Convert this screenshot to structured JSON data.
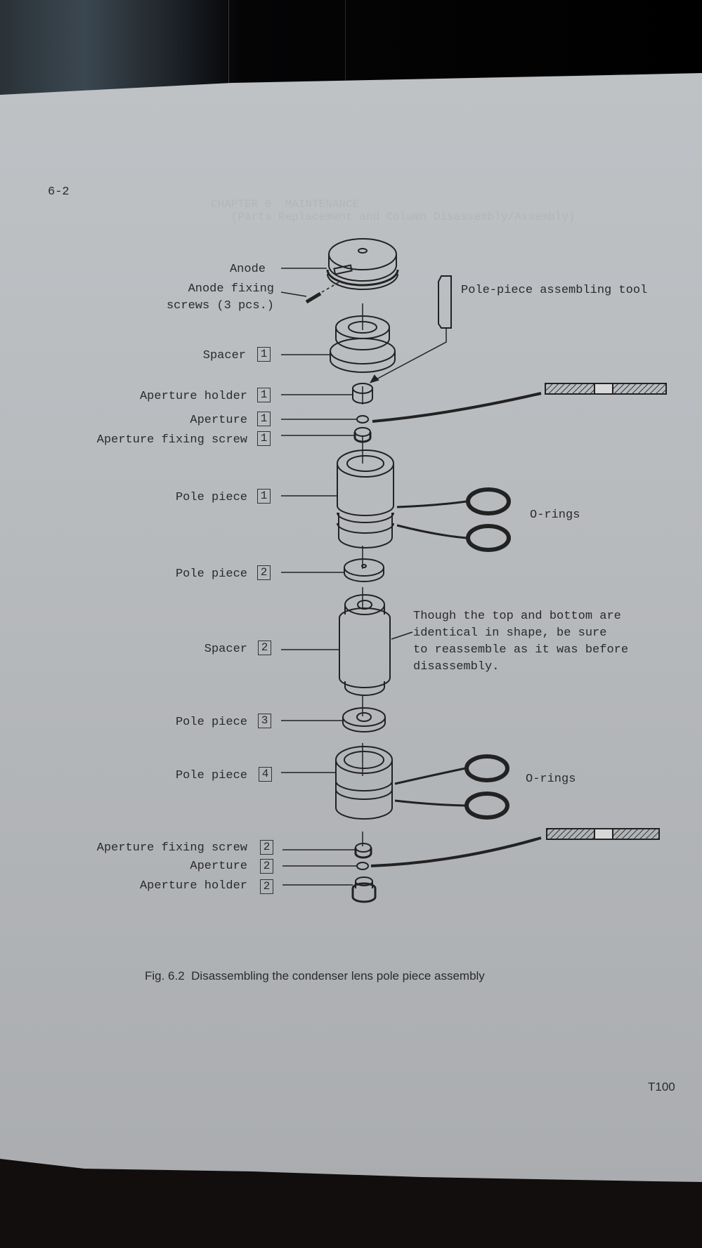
{
  "page": {
    "page_number": "6-2",
    "footer_code": "T100",
    "caption": "Fig. 6.2  Disassembling the condenser lens pole piece assembly"
  },
  "labels": [
    {
      "id": "anode",
      "text": "Anode",
      "index": null
    },
    {
      "id": "anode-fixing-screws",
      "text": "Anode fixing\nscrews (3 pcs.)",
      "index": null
    },
    {
      "id": "spacer-1",
      "text": "Spacer",
      "index": "1"
    },
    {
      "id": "aperture-holder-1",
      "text": "Aperture holder",
      "index": "1"
    },
    {
      "id": "aperture-1",
      "text": "Aperture",
      "index": "1"
    },
    {
      "id": "aperture-fixing-screw-1",
      "text": "Aperture fixing screw",
      "index": "1"
    },
    {
      "id": "pole-piece-1",
      "text": "Pole piece",
      "index": "1"
    },
    {
      "id": "pole-piece-2",
      "text": "Pole piece",
      "index": "2"
    },
    {
      "id": "spacer-2",
      "text": "Spacer",
      "index": "2"
    },
    {
      "id": "pole-piece-3",
      "text": "Pole piece",
      "index": "3"
    },
    {
      "id": "pole-piece-4",
      "text": "Pole piece",
      "index": "4"
    },
    {
      "id": "aperture-fixing-screw-2",
      "text": "Aperture fixing screw",
      "index": "2"
    },
    {
      "id": "aperture-2",
      "text": "Aperture",
      "index": "2"
    },
    {
      "id": "aperture-holder-2",
      "text": "Aperture holder",
      "index": "2"
    }
  ],
  "callouts": {
    "tool": "Pole-piece assembling tool",
    "o_rings_upper": "O-rings",
    "o_rings_lower": "O-rings",
    "spacer_note": "Though the top and bottom are\nidentical in shape, be sure\nto reassemble as it was before\ndisassembly."
  },
  "colors": {
    "paper": "#b8bbbe",
    "ink": "#2a2a2a",
    "background": "#0d0b0b"
  }
}
